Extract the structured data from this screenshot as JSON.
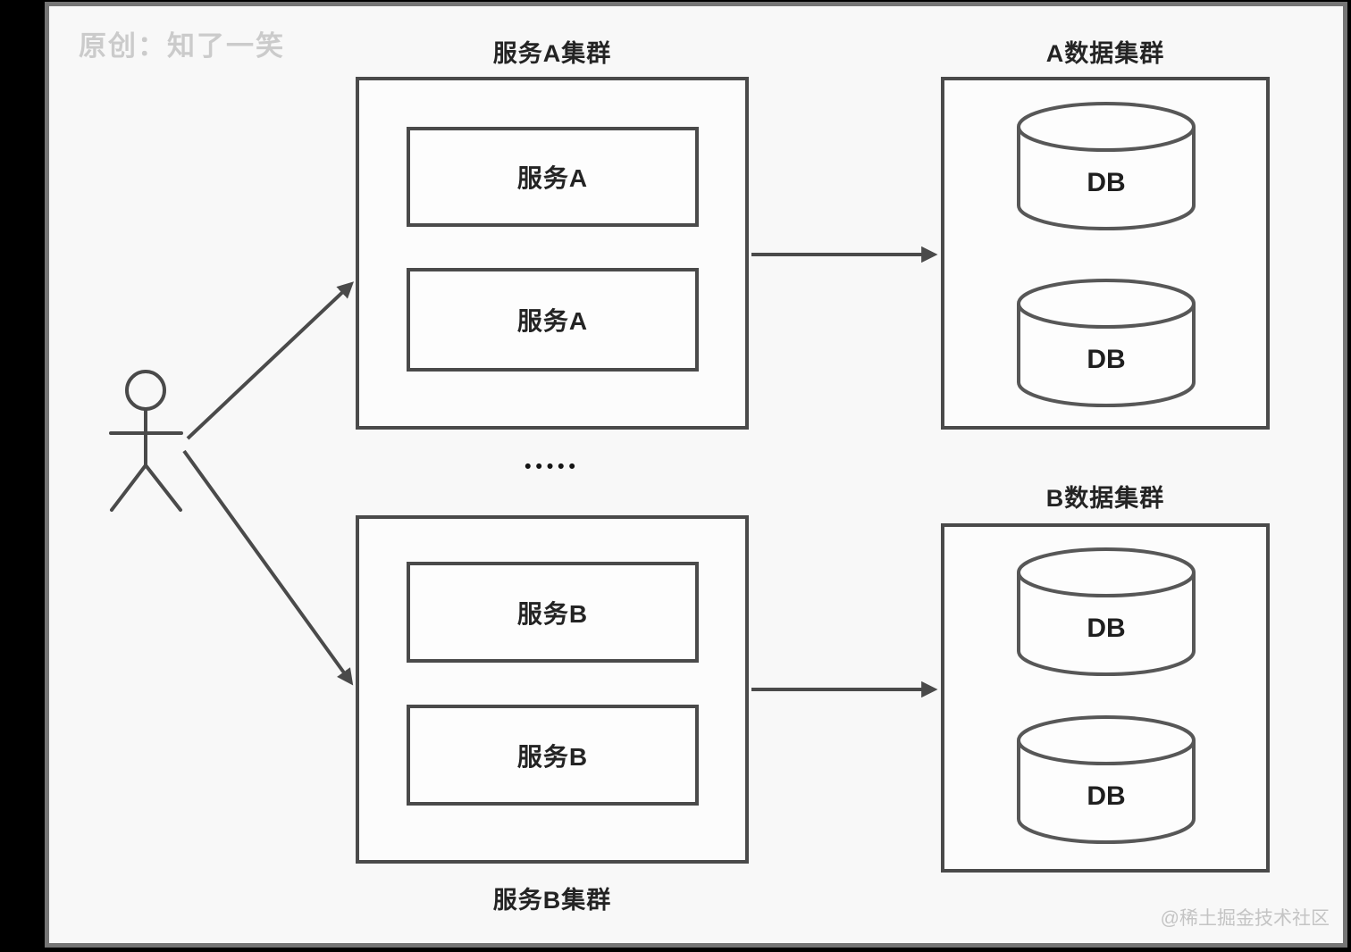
{
  "watermarks": {
    "top_left": "原创：知了一笑",
    "bottom_right": "@稀土掘金技术社区"
  },
  "service_clusters": [
    {
      "title": "服务A集群",
      "nodes": [
        "服务A",
        "服务A"
      ]
    },
    {
      "title": "服务B集群",
      "nodes": [
        "服务B",
        "服务B"
      ]
    }
  ],
  "data_clusters": [
    {
      "title": "A数据集群",
      "nodes": [
        "DB",
        "DB"
      ]
    },
    {
      "title": "B数据集群",
      "nodes": [
        "DB",
        "DB"
      ]
    }
  ],
  "ellipsis": "•••••",
  "colors": {
    "shape_stroke": "#4a4a4a",
    "cylinder_stroke": "#575757",
    "panel_bg": "#f8f8f8",
    "canvas_bg": "#000000",
    "text": "#242424",
    "watermark": "#c9c9c9"
  }
}
